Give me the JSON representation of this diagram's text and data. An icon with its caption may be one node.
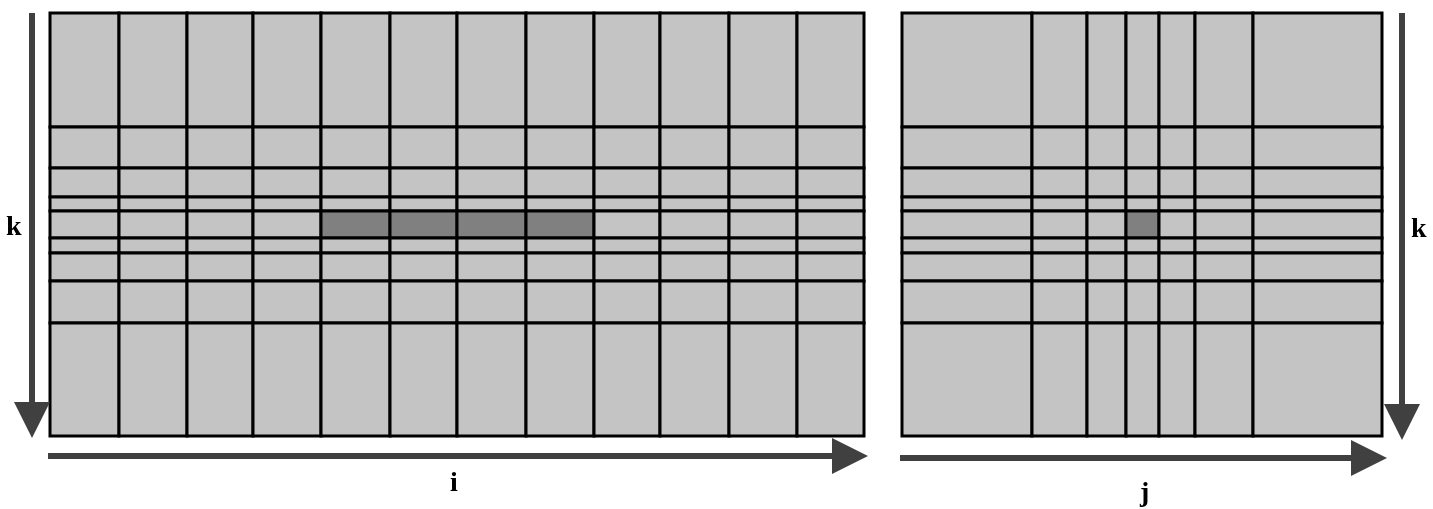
{
  "diagram": {
    "labels": [
      "k",
      "k",
      "i",
      "j"
    ]
  }
}
